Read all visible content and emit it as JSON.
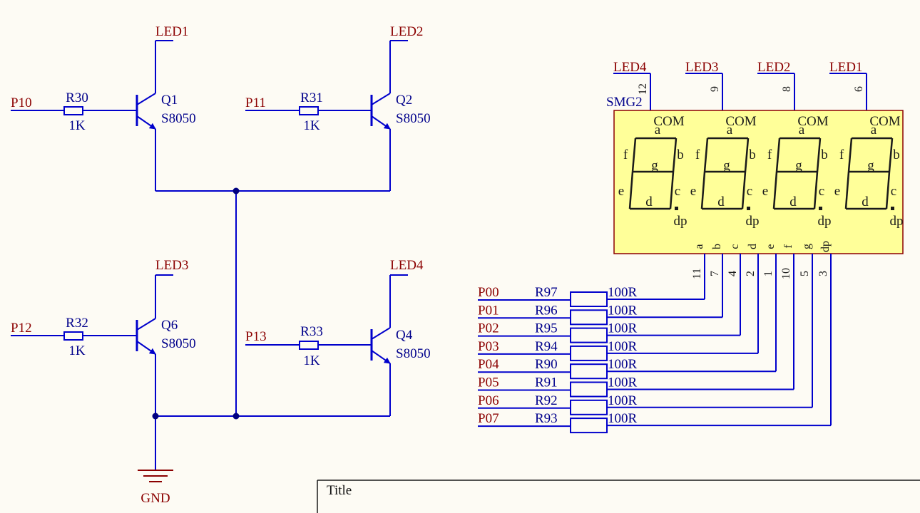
{
  "transistors": [
    {
      "ref": "Q1",
      "part": "S8050",
      "base_net": "P10",
      "resistor": "R30",
      "res_value": "1K",
      "collector_net": "LED1"
    },
    {
      "ref": "Q2",
      "part": "S8050",
      "base_net": "P11",
      "resistor": "R31",
      "res_value": "1K",
      "collector_net": "LED2"
    },
    {
      "ref": "Q6",
      "part": "S8050",
      "base_net": "P12",
      "resistor": "R32",
      "res_value": "1K",
      "collector_net": "LED3"
    },
    {
      "ref": "Q4",
      "part": "S8050",
      "base_net": "P13",
      "resistor": "R33",
      "res_value": "1K",
      "collector_net": "LED4"
    }
  ],
  "ground_label": "GND",
  "display": {
    "ref": "SMG2",
    "com_label": "COM",
    "digits": [
      {
        "net": "LED4",
        "pin": "12"
      },
      {
        "net": "LED3",
        "pin": "9"
      },
      {
        "net": "LED2",
        "pin": "8"
      },
      {
        "net": "LED1",
        "pin": "6"
      }
    ],
    "segment_labels": [
      "a",
      "b",
      "c",
      "d",
      "e",
      "f",
      "g",
      "dp"
    ],
    "segment_pins": [
      {
        "segment": "a",
        "pin": "11"
      },
      {
        "segment": "b",
        "pin": "7"
      },
      {
        "segment": "c",
        "pin": "4"
      },
      {
        "segment": "d",
        "pin": "2"
      },
      {
        "segment": "e",
        "pin": "1"
      },
      {
        "segment": "f",
        "pin": "10"
      },
      {
        "segment": "g",
        "pin": "5"
      },
      {
        "segment": "dp",
        "pin": "3"
      }
    ]
  },
  "segment_resistors": [
    {
      "net": "P00",
      "ref": "R97",
      "value": "100R"
    },
    {
      "net": "P01",
      "ref": "R96",
      "value": "100R"
    },
    {
      "net": "P02",
      "ref": "R95",
      "value": "100R"
    },
    {
      "net": "P03",
      "ref": "R94",
      "value": "100R"
    },
    {
      "net": "P04",
      "ref": "R90",
      "value": "100R"
    },
    {
      "net": "P05",
      "ref": "R91",
      "value": "100R"
    },
    {
      "net": "P06",
      "ref": "R92",
      "value": "100R"
    },
    {
      "net": "P07",
      "ref": "R93",
      "value": "100R"
    }
  ],
  "title_block": {
    "title_label": "Title"
  },
  "colors": {
    "wire": "#0000cc",
    "net_label": "#8b0000",
    "designator": "#00008b",
    "display_fill": "#ffff99",
    "display_outline": "#8b0000",
    "background": "#fdfbf4"
  }
}
